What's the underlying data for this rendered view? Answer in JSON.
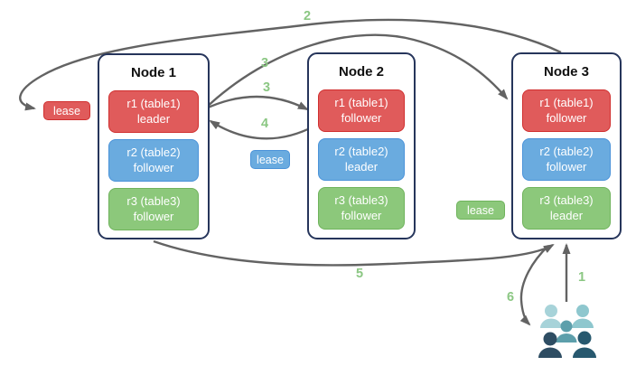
{
  "nodes": [
    {
      "title": "Node 1",
      "replicas": [
        {
          "name": "r1 (table1)",
          "role": "leader",
          "color": "red"
        },
        {
          "name": "r2 (table2)",
          "role": "follower",
          "color": "blue"
        },
        {
          "name": "r3 (table3)",
          "role": "follower",
          "color": "green"
        }
      ]
    },
    {
      "title": "Node 2",
      "replicas": [
        {
          "name": "r1 (table1)",
          "role": "follower",
          "color": "red"
        },
        {
          "name": "r2 (table2)",
          "role": "leader",
          "color": "blue"
        },
        {
          "name": "r3 (table3)",
          "role": "follower",
          "color": "green"
        }
      ]
    },
    {
      "title": "Node 3",
      "replicas": [
        {
          "name": "r1 (table1)",
          "role": "follower",
          "color": "red"
        },
        {
          "name": "r2 (table2)",
          "role": "follower",
          "color": "blue"
        },
        {
          "name": "r3 (table3)",
          "role": "leader",
          "color": "green"
        }
      ]
    }
  ],
  "leases": [
    {
      "label": "lease",
      "color": "red"
    },
    {
      "label": "lease",
      "color": "blue"
    },
    {
      "label": "lease",
      "color": "green"
    }
  ],
  "steps": {
    "step1": "1",
    "step2": "2",
    "step3a": "3",
    "step3b": "3",
    "step4": "4",
    "step5": "5",
    "step6": "6"
  },
  "icons": {
    "users_group": "users-group-icon"
  },
  "colors": {
    "node-border": "#26355b",
    "replica-red": "#e05b5b",
    "replica-red-border": "#d02f2f",
    "replica-blue": "#6aabdf",
    "replica-blue-border": "#4b93d9",
    "replica-green": "#8cc87b",
    "replica-green-border": "#6fb35c",
    "arrow": "#636363",
    "step-label": "#8bc783",
    "people-light": "#a7d3d9",
    "people-light2": "#8ec7ce",
    "people-mid": "#5d9fab",
    "people-dark": "#2e4d63",
    "people-dark2": "#28596f"
  }
}
